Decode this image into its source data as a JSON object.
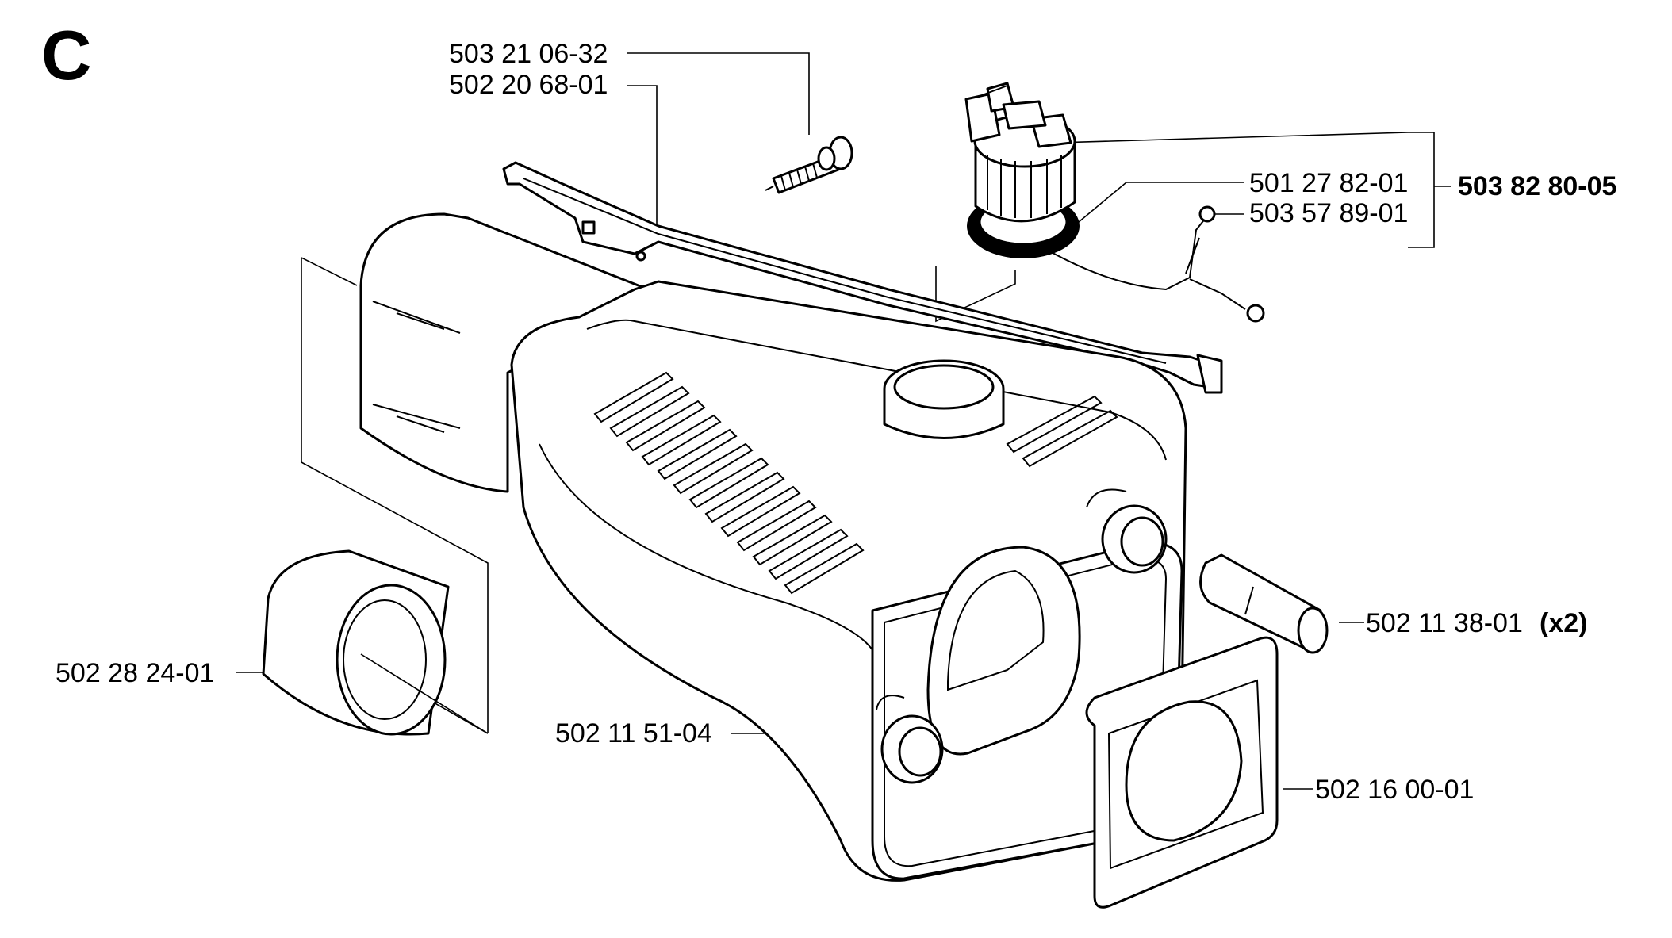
{
  "section_letter": "C",
  "parts": {
    "screw": "503 21 06-32",
    "bracket": "502 20 68-01",
    "cap_seal": "501 27 82-01",
    "cap_strap": "503 57 89-01",
    "cap_kit": "503 82 80-05",
    "filter_sleeve": "502 11 38-01",
    "filter_qty": "(x2)",
    "tank_ring": "502 28 24-01",
    "fuel_tank": "502 11 51-04",
    "gasket": "502 16 00-01"
  }
}
